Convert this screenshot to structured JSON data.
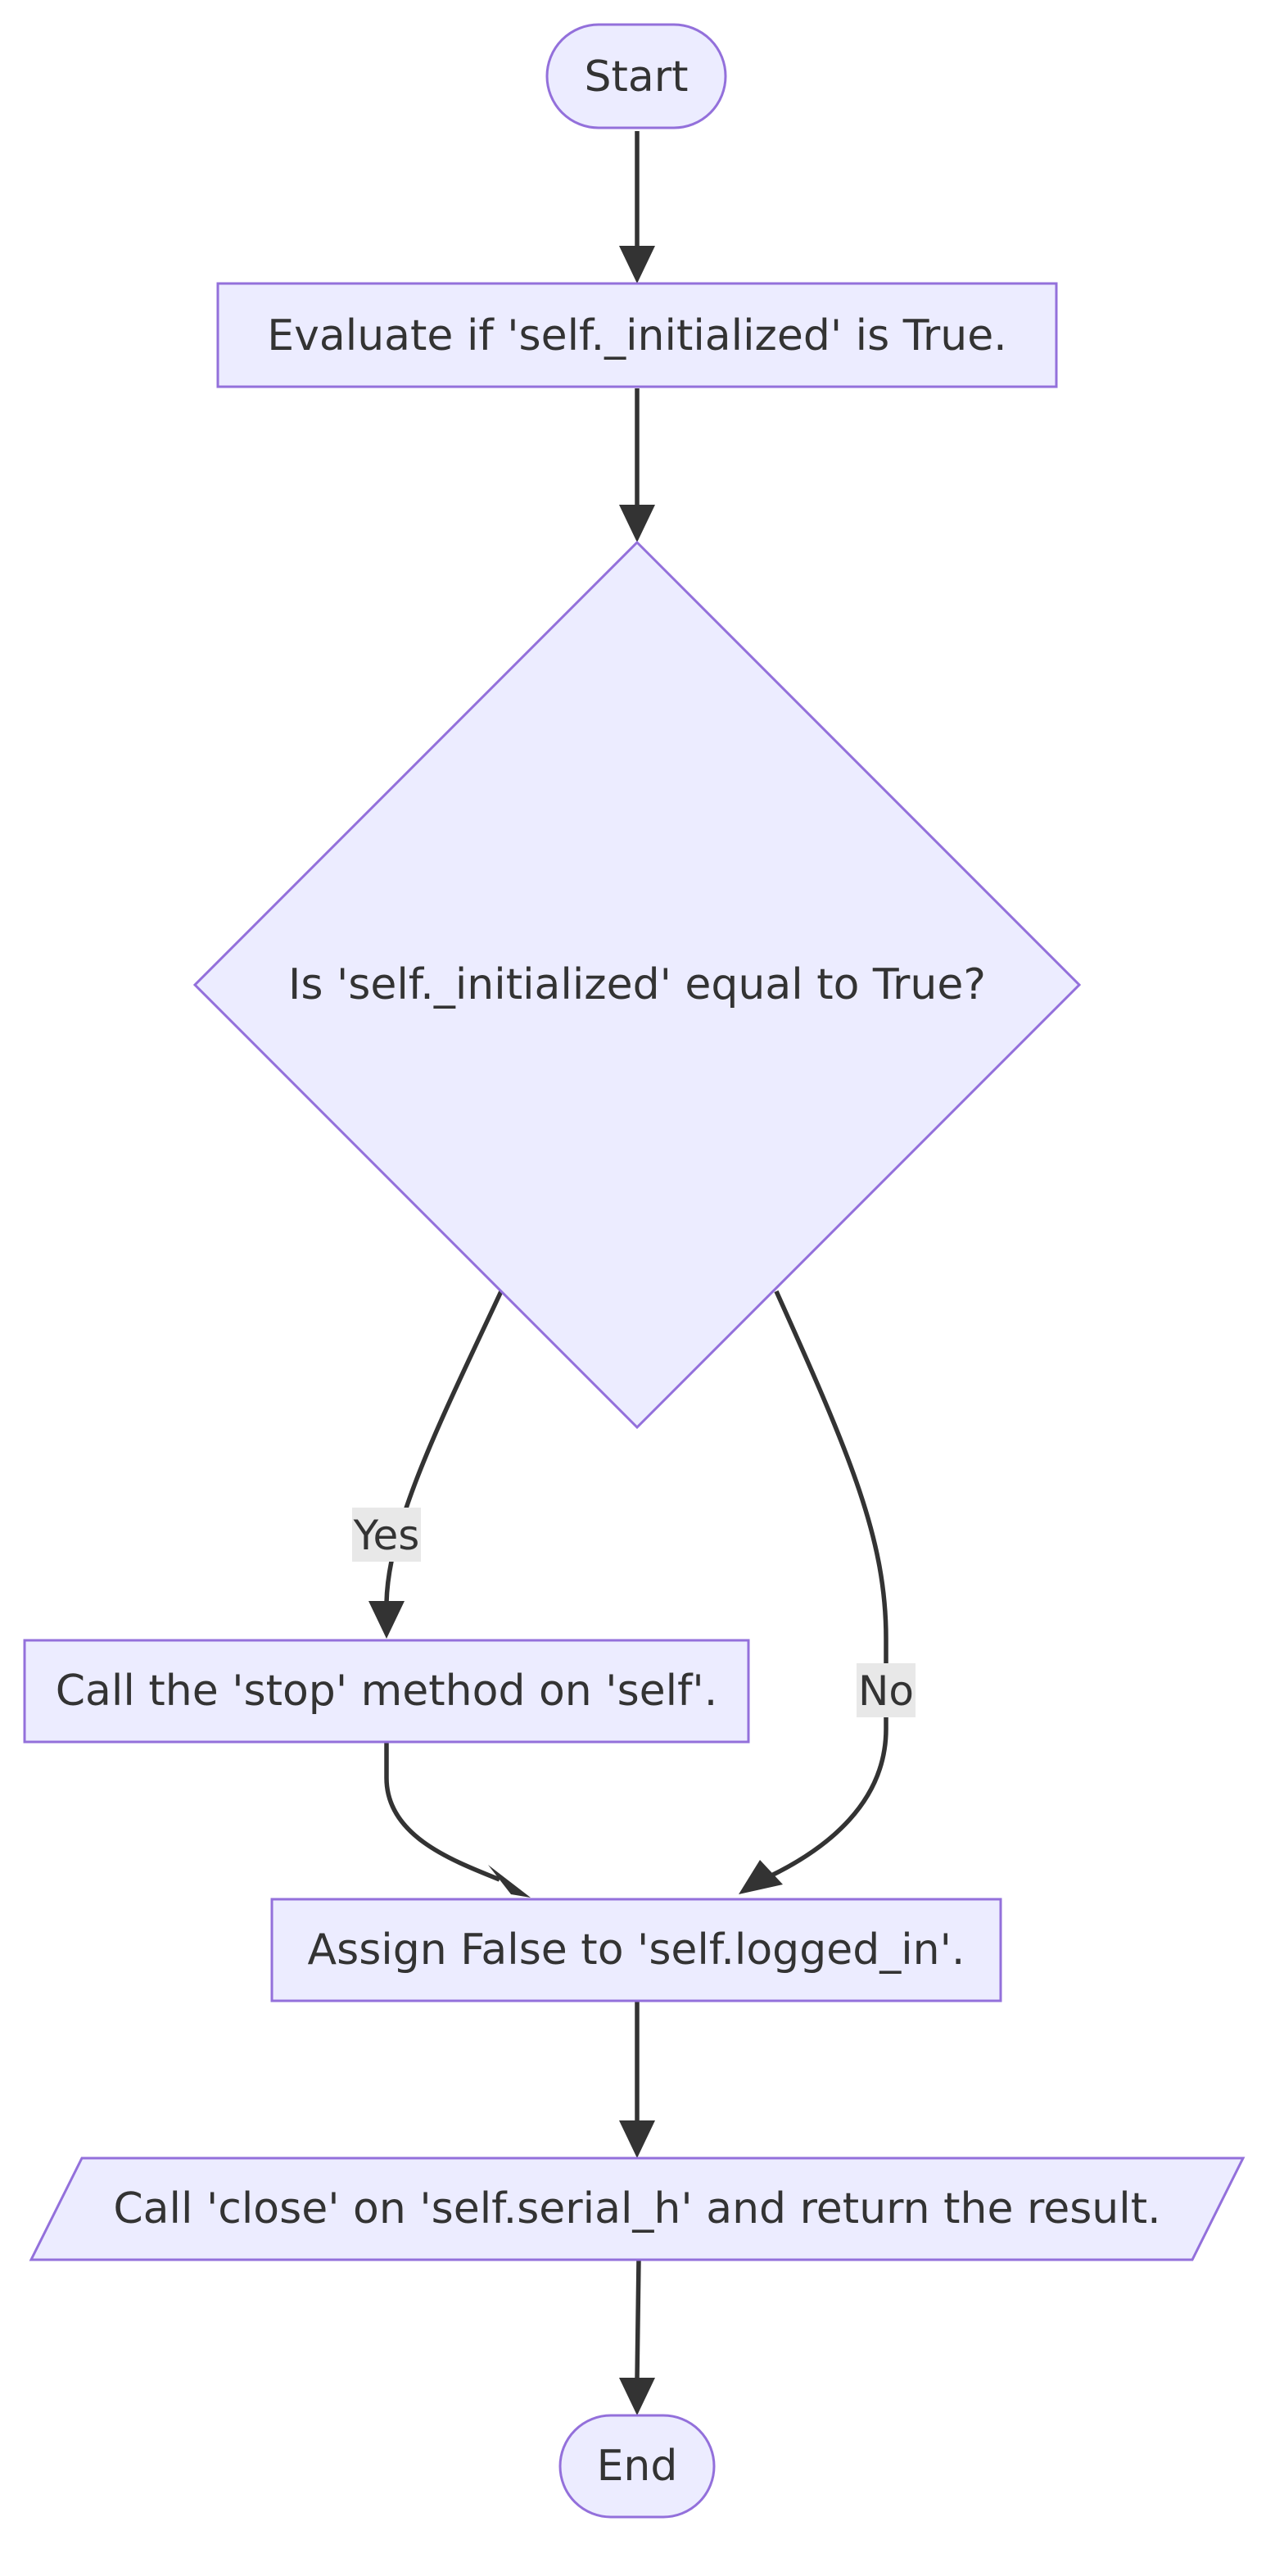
{
  "diagram": {
    "nodes": {
      "start": "Start",
      "evaluate": "Evaluate if 'self._initialized' is True.",
      "decision": "Is 'self._initialized' equal to True?",
      "stop": "Call the 'stop' method on 'self'.",
      "assign": "Assign False to 'self.logged_in'.",
      "close": "Call 'close' on 'self.serial_h' and return the result.",
      "end": "End"
    },
    "edges": {
      "yes_label": "Yes",
      "no_label": "No"
    },
    "colors": {
      "node_fill": "#ececff",
      "node_stroke": "#9370db",
      "edge": "#333333",
      "edge_label_bg": "#e8e8e8",
      "text": "#333333"
    }
  }
}
